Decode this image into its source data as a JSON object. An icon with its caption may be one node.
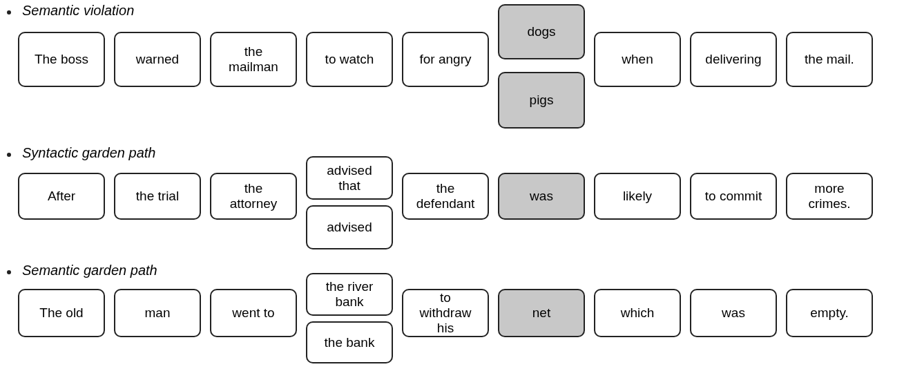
{
  "diagram": {
    "nodes": [
      {
        "text": [
          "The boss"
        ]
      },
      {
        "text": [
          "warned"
        ]
      },
      {
        "text": [
          "the mailman"
        ]
      },
      {
        "text": [
          "to watch"
        ]
      },
      {
        "text": [
          "for angry"
        ]
      },
      {
        "text": [
          "dogs"
        ]
      },
      {
        "text": [
          "pigs"
        ]
      },
      {
        "text": [
          "when"
        ]
      },
      {
        "text": [
          "delivering"
        ]
      },
      {
        "text": [
          "the mail."
        ]
      },
      {
        "text": [
          "After"
        ]
      },
      {
        "text": [
          "the trial"
        ]
      },
      {
        "text": [
          "the attorney"
        ]
      },
      {
        "text": [
          "advised that"
        ]
      },
      {
        "text": [
          "advised"
        ]
      },
      {
        "text": [
          "the defendant"
        ]
      },
      {
        "text": [
          "was"
        ]
      },
      {
        "text": [
          "likely"
        ]
      },
      {
        "text": [
          "to commit"
        ]
      },
      {
        "text": [
          "more crimes."
        ]
      },
      {
        "text": [
          "The old"
        ]
      },
      {
        "text": [
          "man"
        ]
      },
      {
        "text": [
          "went to"
        ]
      },
      {
        "text": [
          "the river bank"
        ]
      },
      {
        "text": [
          "the bank"
        ]
      },
      {
        "text": [
          "to withdraw his"
        ]
      },
      {
        "text": [
          "net"
        ]
      },
      {
        "text": [
          "which"
        ]
      },
      {
        "text": [
          "was"
        ]
      },
      {
        "text": [
          "empty."
        ]
      }
    ],
    "labels": [
      "Semantic violation",
      "Syntactic garden path",
      "Semantic garden path"
    ]
  }
}
